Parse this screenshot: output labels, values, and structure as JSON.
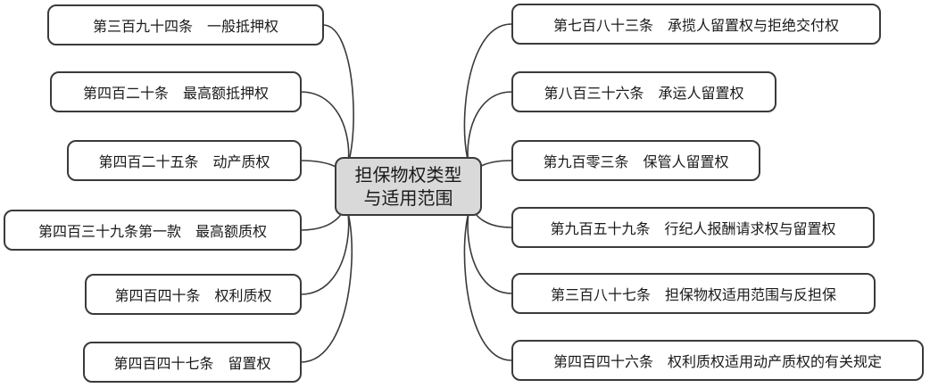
{
  "center": {
    "line1": "担保物权类型",
    "line2": "与适用范围"
  },
  "left_nodes": [
    {
      "label": "第三百九十四条　一般抵押权"
    },
    {
      "label": "第四百二十条　最高额抵押权"
    },
    {
      "label": "第四百二十五条　动产质权"
    },
    {
      "label": "第四百三十九条第一款　最高额质权"
    },
    {
      "label": "第四百四十条　权利质权"
    },
    {
      "label": "第四百四十七条　留置权"
    }
  ],
  "right_nodes": [
    {
      "label": "第七百八十三条　承揽人留置权与拒绝交付权"
    },
    {
      "label": "第八百三十六条　承运人留置权"
    },
    {
      "label": "第九百零三条　保管人留置权"
    },
    {
      "label": "第九百五十九条　行纪人报酬请求权与留置权"
    },
    {
      "label": "第三百八十七条　担保物权适用范围与反担保"
    },
    {
      "label": "第四百四十六条　权利质权适用动产质权的有关规定"
    }
  ]
}
